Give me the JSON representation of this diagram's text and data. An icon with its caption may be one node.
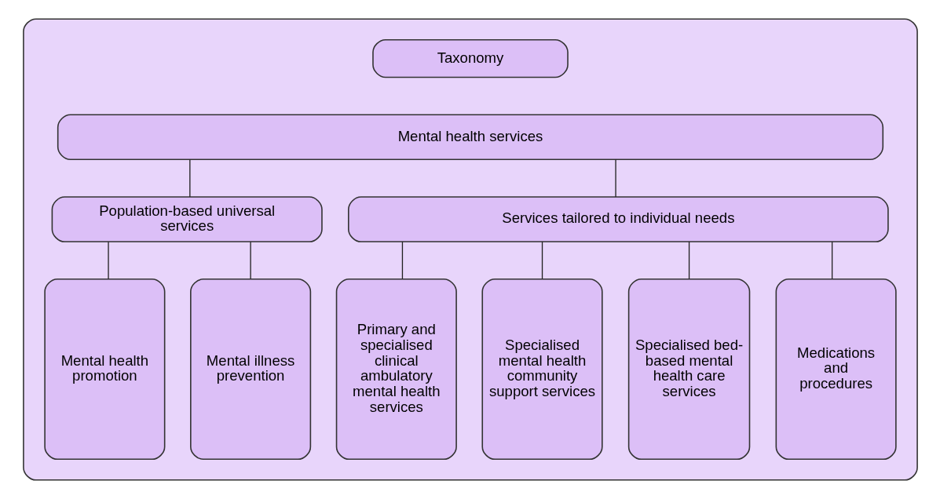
{
  "diagram": {
    "nodes": [
      {
        "text": [],
        "shape": "box"
      },
      {
        "text": [
          "Taxonomy"
        ],
        "in": 0
      },
      {
        "text": [
          "Mental health services"
        ],
        "in": 0
      },
      {
        "text": [
          "Population-based universal services"
        ],
        "in": 0
      },
      {
        "text": [
          "Services tailored to individual needs"
        ],
        "in": 0
      },
      {
        "text": [
          "Mental health promotion"
        ],
        "in": 0
      },
      {
        "text": [
          "Mental illness prevention"
        ],
        "in": 0
      },
      {
        "text": [
          "Primary and specialised clinical ambulatory mental health services"
        ],
        "in": 0
      },
      {
        "text": [
          "Specialised mental health community support services"
        ],
        "in": 0
      },
      {
        "text": [
          "Specialised bed-based mental health care services"
        ],
        "in": 0
      },
      {
        "text": [
          "Medications and procedures"
        ],
        "in": 0
      }
    ],
    "edges": [
      {
        "from": 2,
        "to": 3,
        "arrow": "none"
      },
      {
        "from": 2,
        "to": 4,
        "arrow": "none"
      },
      {
        "from": 3,
        "to": 5,
        "arrow": "none"
      },
      {
        "from": 3,
        "to": 6,
        "arrow": "none"
      },
      {
        "from": 4,
        "to": 7,
        "arrow": "none"
      },
      {
        "from": 4,
        "to": 8,
        "arrow": "none"
      },
      {
        "from": 4,
        "to": 9,
        "arrow": "none"
      },
      {
        "from": 4,
        "to": 10,
        "arrow": "none"
      }
    ]
  }
}
